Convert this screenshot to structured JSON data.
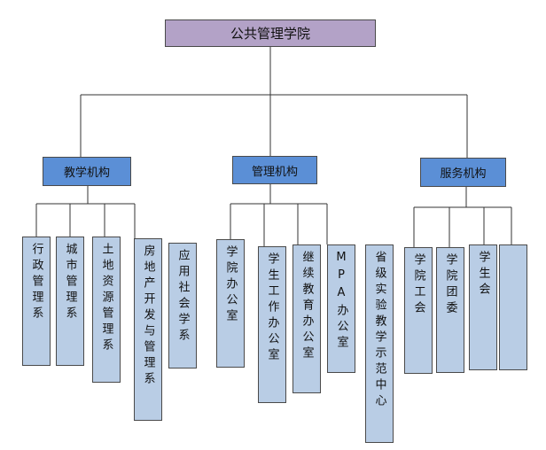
{
  "title": "公共管理学院",
  "colors": {
    "root_fill": "#b3a2c7",
    "category_fill": "#5b8fd6",
    "leaf_fill": "#b9cde5",
    "line": "#333333"
  },
  "categories": [
    {
      "label": "教学机构",
      "units": [
        "行政管理系",
        "城市管理系",
        "土地资源管理系",
        "房地产开发与管理系",
        "应用社会学系"
      ]
    },
    {
      "label": "管理机构",
      "units": [
        "学院办公室",
        "学生工作办公室",
        "继续教育办公室",
        "MPA办公室"
      ]
    },
    {
      "label": "服务机构",
      "units": [
        "学院工会",
        "学院团委",
        "学生会",
        ""
      ]
    }
  ],
  "standalone_unit": "省级实验教学示范中心"
}
